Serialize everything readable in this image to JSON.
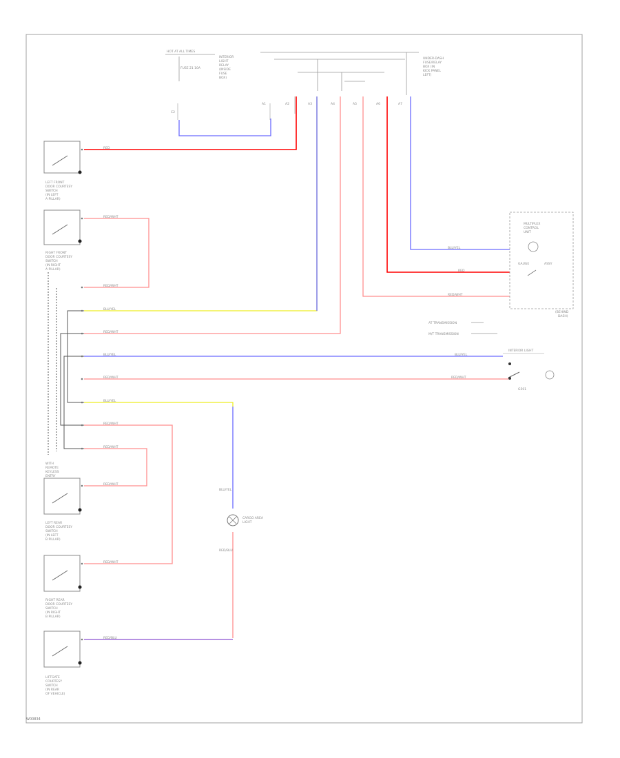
{
  "colors": {
    "red": "#ff0000",
    "blue": "#6b6bff",
    "yellow": "#eeee22",
    "pink": "#ff8e8e",
    "purple": "#8a4fd1",
    "frame": "#9a9a9a",
    "text": "#8a8a8a"
  },
  "footer": {
    "code": "W00834"
  },
  "top": {
    "hot_label": "HOT AT ALL TIMES",
    "block_a": "FUSE 21 10A",
    "block_b_lines": [
      "INTERIOR",
      "LIGHT",
      "RELAY",
      "(INSIDE",
      "FUSE",
      "BOX)"
    ],
    "block_c_lines": [
      "UNDER-DASH",
      "FUSE/RELAY",
      "BOX (IN",
      "KICK PANEL",
      "LEFT)"
    ],
    "plug_labels": [
      "C2",
      "A1",
      "A2",
      "A3",
      "A4",
      "A5",
      "A6",
      "A7"
    ]
  },
  "switches": {
    "front_left": [
      "LEFT FRONT",
      "DOOR COURTESY",
      "SWITCH",
      "(IN LEFT",
      "A PILLAR)"
    ],
    "front_right": [
      "RIGHT FRONT",
      "DOOR COURTESY",
      "SWITCH",
      "(IN RIGHT",
      "A PILLAR)"
    ],
    "rear_left": [
      "LEFT REAR",
      "DOOR COURTESY",
      "SWITCH",
      "(IN LEFT",
      "B PILLAR)"
    ],
    "rear_right": [
      "RIGHT REAR",
      "DOOR COURTESY",
      "SWITCH",
      "(IN RIGHT",
      "B PILLAR)"
    ],
    "liftgate": [
      "LIFTGATE",
      "COURTESY",
      "SWITCH",
      "(IN REAR",
      "OF VEHICLE)"
    ],
    "note": [
      "WITH",
      "REMOTE",
      "KEYLESS",
      "ENTRY"
    ]
  },
  "right": {
    "module_title": [
      "MULTIPLEX",
      "CONTROL",
      "UNIT"
    ],
    "module_note": [
      "(BEHIND",
      "DASH)"
    ],
    "key_ref_1": "AT TRANSMISSION",
    "key_ref_2": "M/T TRANSMISSION",
    "unit_label": [
      "GAUGE",
      "ASSY"
    ],
    "interior_light": [
      "INTERIOR LIGHT"
    ],
    "ground_label": "G501"
  },
  "lamp": {
    "label": [
      "CARGO AREA",
      "LIGHT"
    ]
  },
  "wires": {
    "row1": "RED",
    "row2": "RED/WHT",
    "row3": "RED/WHT",
    "row4": "BLU/YEL",
    "row5": "RED/WHT",
    "row6": "BLU/YEL",
    "row7": "RED/WHT",
    "row8": "BLU/YEL",
    "row9": "RED/WHT",
    "row10": "RED/WHT",
    "row11": "RED/WHT",
    "row12": "RED/WHT",
    "row13": "RED/BLU",
    "mod1": "BLU/YEL",
    "mod2": "RED",
    "mod3": "RED/WHT",
    "lamp_top": "BLU/YEL",
    "lamp_bot": "RED/BLU"
  }
}
